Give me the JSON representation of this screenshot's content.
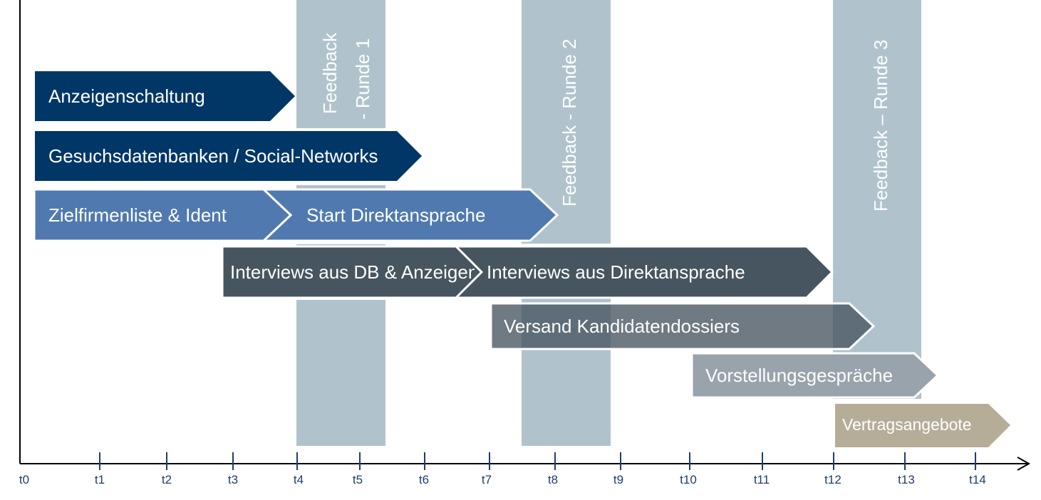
{
  "diagram": {
    "feedback_bands": [
      {
        "line1": "Feedback",
        "line2": "- Runde 1"
      },
      {
        "line1": "Feedback - Runde 2"
      },
      {
        "line1": "Feedback – Runde 3"
      }
    ],
    "phases": {
      "anzeigenschaltung": "Anzeigenschaltung",
      "gesuchsdatenbanken": "Gesuchsdatenbanken  / Social-Networks",
      "zielfirmenliste": "Zielfirmenliste & Ident",
      "start_direktansprache": "Start Direktansprache",
      "interviews_db": "Interviews aus DB & Anzeigen",
      "interviews_direkt": "Interviews aus Direktansprache",
      "versand": "Versand Kandidatendossiers",
      "vorstellung": "Vorstellungsgespräche",
      "vertrag": "Vertragsangebote"
    },
    "timeline_ticks": [
      "t0",
      "t1",
      "t2",
      "t3",
      "t4",
      "t5",
      "t6",
      "t7",
      "t8",
      "t9",
      "t10",
      "t11",
      "t12",
      "t13",
      "t14"
    ],
    "colors": {
      "navy": "#003767",
      "mid_blue": "#5079b0",
      "dark_slate": "#46555f",
      "slate_gray": "#6e7a84",
      "light_gray": "#99a3ab",
      "tan": "#b6ad98",
      "band": "#b0c3cc",
      "axis_label": "#1f3d6b"
    }
  }
}
